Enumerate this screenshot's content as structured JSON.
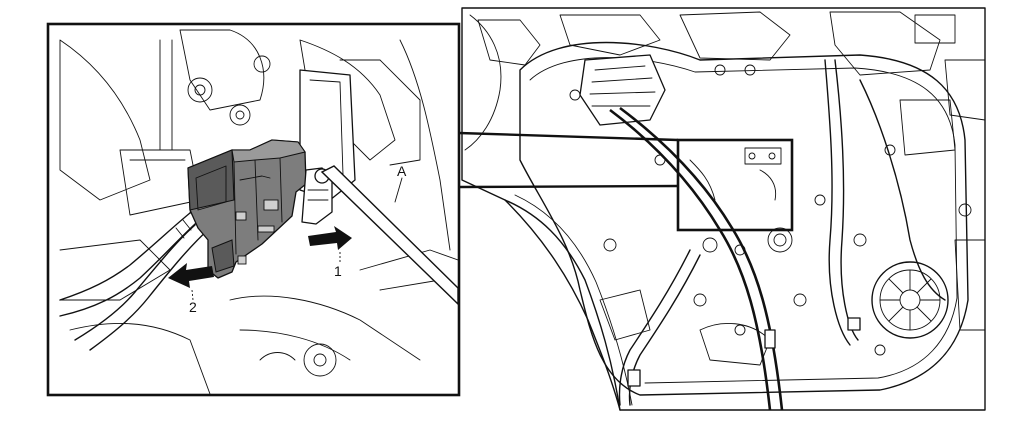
{
  "callouts": {
    "letter_a": "A",
    "number_1": "1",
    "number_2": "2"
  },
  "colors": {
    "line": "#111111",
    "background": "#ffffff",
    "connector_fill": "#7d7d7d",
    "connector_dark": "#555555",
    "arrow_fill": "#111111"
  },
  "icons": {
    "arrow_1": "arrow-right-icon",
    "arrow_2": "arrow-left-icon",
    "speaker": "speaker-icon"
  }
}
